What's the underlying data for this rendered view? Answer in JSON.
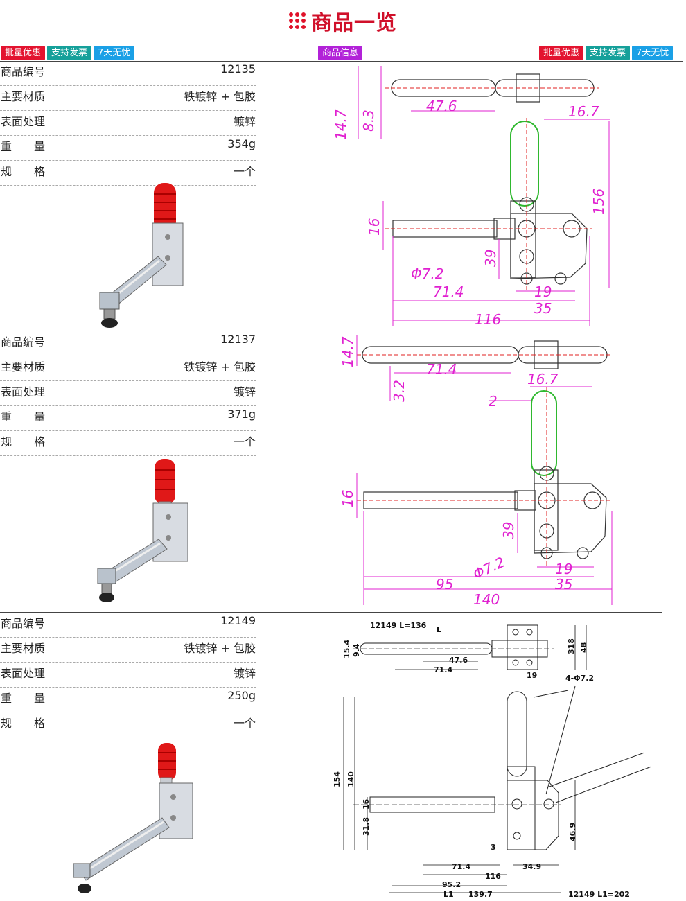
{
  "header": {
    "title": "商品一览",
    "left_badges": [
      {
        "label": "批量优惠",
        "color": "#e3132f"
      },
      {
        "label": "支持发票",
        "color": "#15a09a"
      },
      {
        "label": "7天无忧",
        "color": "#1aa0e6"
      }
    ],
    "center_badge": {
      "label": "商品信息",
      "color": "#b222d8"
    },
    "right_badges": [
      {
        "label": "批量优惠",
        "color": "#e3132f"
      },
      {
        "label": "支持发票",
        "color": "#15a09a"
      },
      {
        "label": "7天无忧",
        "color": "#1aa0e6"
      }
    ]
  },
  "products": [
    {
      "specs": [
        {
          "key": "商品编号",
          "value": "12135"
        },
        {
          "key": "主要材质",
          "value": "铁镀锌 + 包胶"
        },
        {
          "key": "表面处理",
          "value": "镀锌"
        },
        {
          "key": "重　　量",
          "value": "354g"
        },
        {
          "key": "规　　格",
          "value": "一个"
        }
      ],
      "dims": {
        "a": "14.7",
        "b": "8.3",
        "c": "47.6",
        "d": "16.7",
        "e": "156",
        "f": "16",
        "g": "39",
        "h": "Φ7.2",
        "i": "71.4",
        "j": "19",
        "k": "35",
        "l": "116"
      }
    },
    {
      "specs": [
        {
          "key": "商品编号",
          "value": "12137"
        },
        {
          "key": "主要材质",
          "value": "铁镀锌 + 包胶"
        },
        {
          "key": "表面处理",
          "value": "镀锌"
        },
        {
          "key": "重　　量",
          "value": "371g"
        },
        {
          "key": "规　　格",
          "value": "一个"
        }
      ],
      "dims": {
        "a": "14.7",
        "b": "71.4",
        "c": "3.2",
        "d": "16.7",
        "e": "2",
        "f": "16",
        "g": "39",
        "h": "Φ7.2",
        "i": "19",
        "j": "95",
        "k": "35",
        "l": "140"
      }
    },
    {
      "specs": [
        {
          "key": "商品编号",
          "value": "12149"
        },
        {
          "key": "主要材质",
          "value": "铁镀锌 + 包胶"
        },
        {
          "key": "表面处理",
          "value": "镀锌"
        },
        {
          "key": "重　　量",
          "value": "250g"
        },
        {
          "key": "规　　格",
          "value": "一个"
        }
      ],
      "dims": {
        "top_label": "12149  L=136",
        "L": "L",
        "d15": "15.4",
        "d9": "9.4",
        "d476": "47.6",
        "d714": "71.4",
        "d318": "318",
        "d48": "48",
        "d19": "19",
        "dphi": "4-Φ7.2",
        "d154": "154",
        "d140": "140",
        "d16": "16",
        "d318b": "31.8",
        "d3": "3",
        "d469": "46.9",
        "d714b": "71.4",
        "d349": "34.9",
        "d116": "116",
        "d952": "95.2",
        "dL1": "L1",
        "d1397": "139.7",
        "bottom_label": "12149  L1=202"
      }
    }
  ],
  "colors": {
    "dim": "#e020d0",
    "centerline": "#e02020",
    "cyan": "#20c0e0",
    "handle": "#2fb82f",
    "outline": "#333333"
  }
}
